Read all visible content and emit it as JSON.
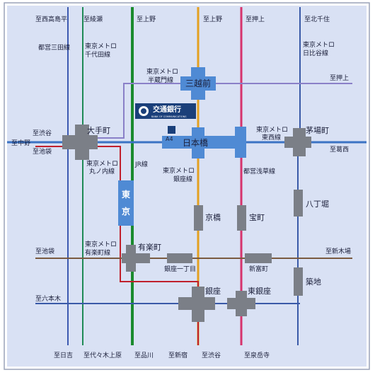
{
  "map": {
    "colors": {
      "background": "#d9e1f4",
      "frame": "#9aa3b8",
      "tozai": "#3b73c4",
      "chiyoda": "#1f8a56",
      "jr": "#1a8a2e",
      "ginza": "#e3a020",
      "asakusa": "#d6336c",
      "hibiya": "#3a5aa8",
      "mita": "#3d5ab0",
      "hanzomon": "#8a80c8",
      "marunouchi": "#c0202c",
      "yurakucho": "#7a5a40",
      "station_gray": "#7b7f87",
      "station_blue": "#4f8ad4",
      "bank": "#1a3f7a"
    },
    "destinations": {
      "nishi_takashimadaira": "至西高島平",
      "ayase": "至綾瀬",
      "ueno_jr": "至上野",
      "ueno_ginza": "至上野",
      "oshiage_top": "至押上",
      "kitasenju": "至北千住",
      "oshiage_right": "至押上",
      "shibuya_left": "至渋谷",
      "nakano": "至中野",
      "ikebukuro_left": "至池袋",
      "kasai": "至葛西",
      "ikebukuro_mid": "至池袋",
      "shinkiba": "至新木場",
      "roppongi": "至六本木",
      "hibiya_bottom": "至日吉",
      "yoyogi": "至代々木上原",
      "shinagawa": "至品川",
      "shinjuku": "至新宿",
      "shibuya_bottom": "至渋谷",
      "sengakuji": "至泉岳寺"
    },
    "lines": {
      "mita_l1": "都営三田線",
      "chiyoda_l1": "東京メトロ",
      "chiyoda_l2": "千代田線",
      "hibiya_l1": "東京メトロ",
      "hibiya_l2": "日比谷線",
      "hanzomon_l1": "東京メトロ",
      "hanzomon_l2": "半蔵門線",
      "tozai_l1": "東京メトロ",
      "tozai_l2": "東西線",
      "marunouchi_l1": "東京メトロ",
      "marunouchi_l2": "丸ノ内線",
      "jr": "JR線",
      "ginza_l1": "東京メトロ",
      "ginza_l2": "銀座線",
      "asakusa": "都営浅草線",
      "yurakucho_l1": "東京メトロ",
      "yurakucho_l2": "有楽町線"
    },
    "stations": {
      "mitsukoshimae": "三越前",
      "otemachi": "大手町",
      "nihonbashi": "日本橋",
      "kayabacho": "茅場町",
      "tokyo_1": "東",
      "tokyo_2": "京",
      "kyobashi": "京橋",
      "takaracho": "宝町",
      "hatchobori": "八丁堀",
      "yurakucho": "有楽町",
      "ginza_itchome": "銀座一丁目",
      "shintomicho": "新富町",
      "tsukiji": "築地",
      "ginza": "銀座",
      "higashi_ginza": "東銀座"
    },
    "bank": {
      "name": "交通銀行",
      "sub": "BANK OF COMMUNICATIONS",
      "exit": "A4"
    }
  }
}
